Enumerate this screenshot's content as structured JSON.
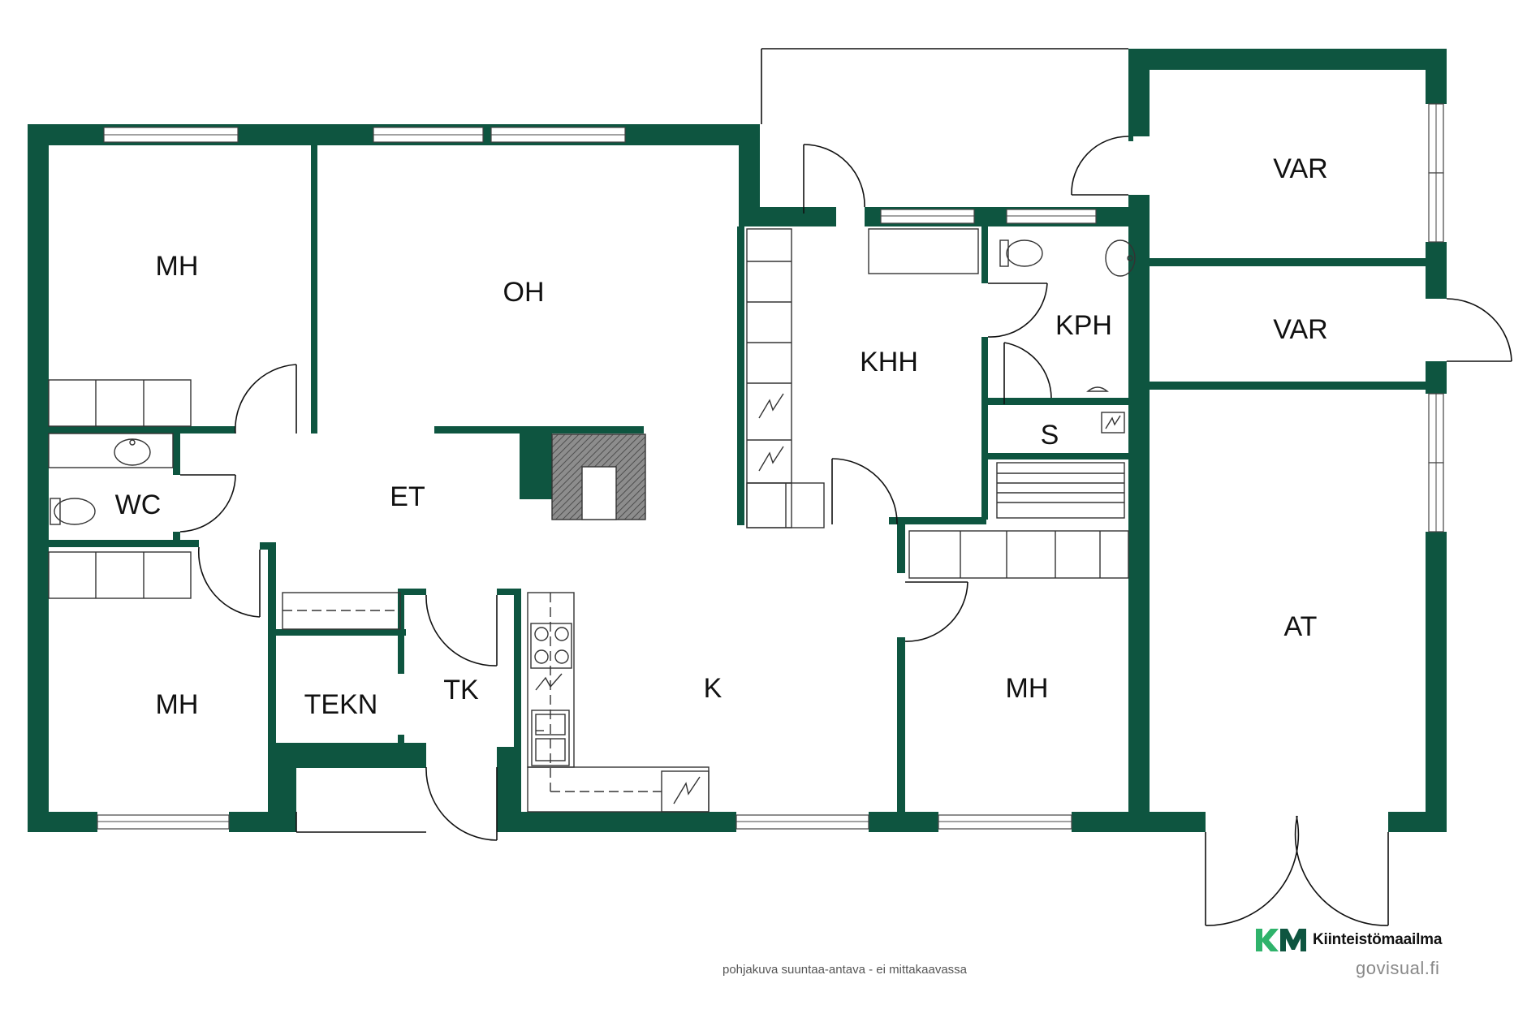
{
  "rooms": [
    {
      "id": "mh1",
      "label": "MH"
    },
    {
      "id": "oh",
      "label": "OH"
    },
    {
      "id": "wc",
      "label": "WC"
    },
    {
      "id": "et",
      "label": "ET"
    },
    {
      "id": "mh2",
      "label": "MH"
    },
    {
      "id": "tekn",
      "label": "TEKN"
    },
    {
      "id": "tk",
      "label": "TK"
    },
    {
      "id": "k",
      "label": "K"
    },
    {
      "id": "khh",
      "label": "KHH"
    },
    {
      "id": "kph",
      "label": "KPH"
    },
    {
      "id": "s",
      "label": "S"
    },
    {
      "id": "mh3",
      "label": "MH"
    },
    {
      "id": "var1",
      "label": "VAR"
    },
    {
      "id": "var2",
      "label": "VAR"
    },
    {
      "id": "at",
      "label": "AT"
    }
  ],
  "footer": {
    "disclaimer": "pohjakuva suuntaa-antava - ei mittakaavassa",
    "credit": "govisual.fi"
  },
  "brand": {
    "mark": "KM",
    "name": "Kiinteistömaailma",
    "color": "#0e5540",
    "accent": "#2fb36b"
  },
  "colors": {
    "wall": "#0e5540"
  }
}
